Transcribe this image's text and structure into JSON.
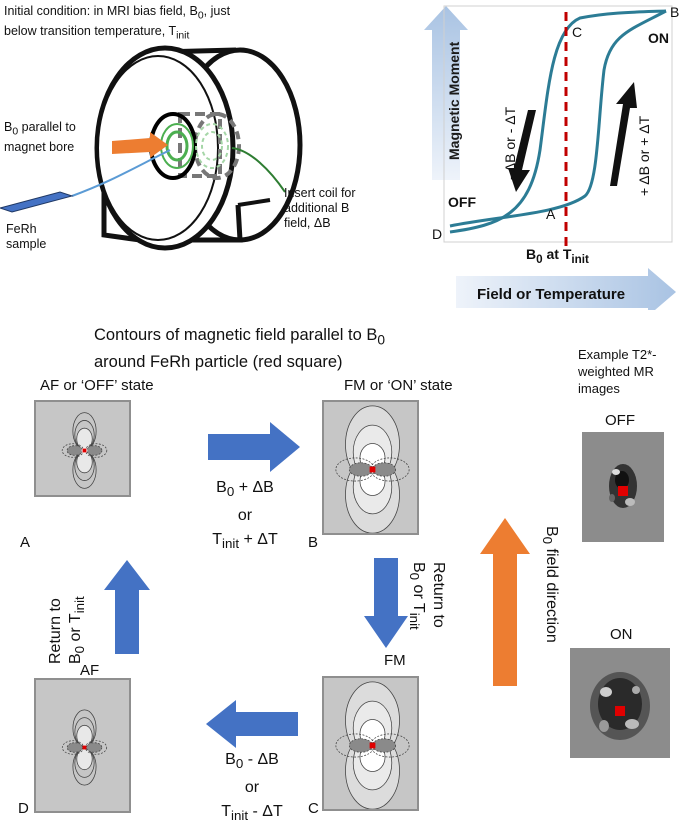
{
  "init": {
    "line1": "Initial condition: in MRI bias field, B",
    "sub0": "0",
    "line1b": ", just",
    "line2": "below transition temperature, T",
    "sub_init": "init"
  },
  "labels": {
    "b0_parallel_a": "B",
    "b0_parallel_sub": "0",
    "b0_parallel_b": " parallel to",
    "b0_parallel_c": "magnet bore",
    "ferh_a": "FeRh",
    "ferh_b": "sample",
    "insert_a": "Insert coil for",
    "insert_b": "additional B",
    "insert_c": "field, ΔB"
  },
  "loop": {
    "y_axis": "Magnetic Moment",
    "x_axis": "Field or Temperature",
    "b0_at": "B",
    "b0_sub": "0",
    "at": " at T",
    "tinit_sub": "init",
    "off": "OFF",
    "on": "ON",
    "pt_a": "A",
    "pt_b": "B",
    "pt_c": "C",
    "pt_d": "D",
    "down_label": "- ΔB    or  - ΔT",
    "up_label": "+ ΔB    or  + ΔT"
  },
  "contours": {
    "title_a": "Contours of magnetic field parallel to B",
    "title_sub": "0",
    "title_b": "around FeRh particle (red square)",
    "af_off": "AF or ‘OFF’ state",
    "fm_on": "FM or ‘ON’ state",
    "fm": "FM",
    "af": "AF",
    "pa": "A",
    "pb": "B",
    "pc": "C",
    "pd": "D"
  },
  "arrows": {
    "ab_1": "B",
    "ab_1sub": "0",
    "ab_1b": " + ΔB",
    "ab_or": "or",
    "ab_2": "T",
    "ab_2sub": "init",
    "ab_2b": " + ΔT",
    "cd_1": "B",
    "cd_1sub": "0",
    "cd_1b": " - ΔB",
    "cd_or": "or",
    "cd_2": "T",
    "cd_2sub": "init",
    "cd_2b": " - ΔT",
    "return_to": "Return to",
    "return_b": "B",
    "return_bsub": "0",
    "return_or": " or T",
    "return_tsub": "init",
    "field_dir_a": "B",
    "field_dir_sub": "0",
    "field_dir_b": " field direction"
  },
  "mr": {
    "title_a": "Example T2*-",
    "title_b": "weighted MR",
    "title_c": "images",
    "off": "OFF",
    "on": "ON"
  },
  "colors": {
    "blue_arrow": "#4472c4",
    "orange_arrow": "#ed7d31",
    "curve": "#2c7c95",
    "dashed_red": "#c00000",
    "particle": "#e00000"
  }
}
